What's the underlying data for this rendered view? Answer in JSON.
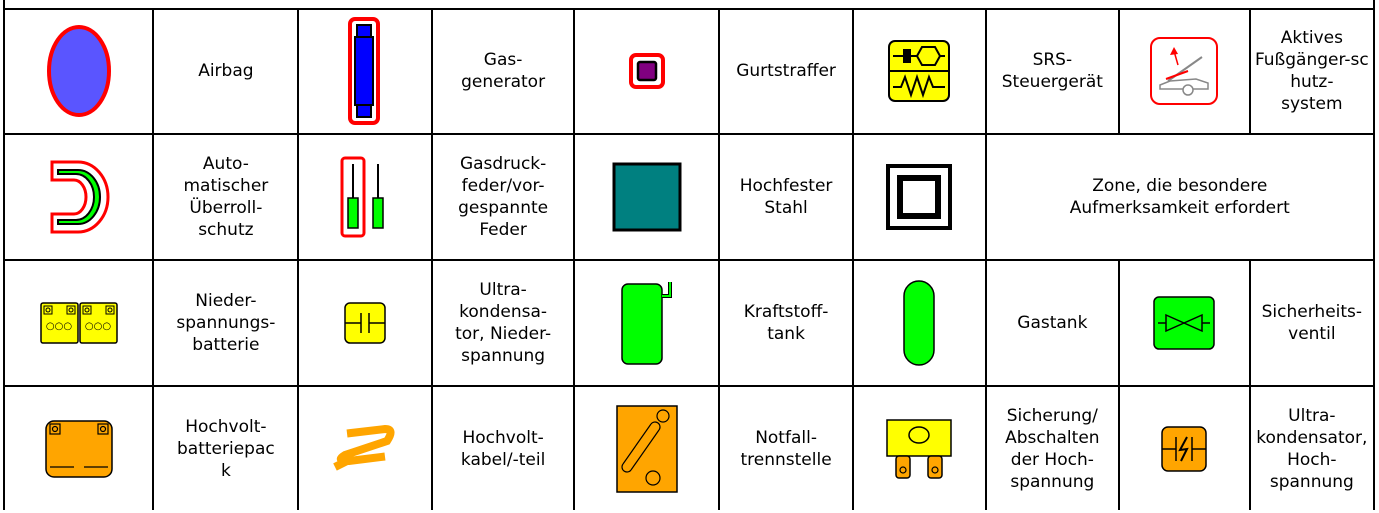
{
  "legend": {
    "rows": [
      [
        {
          "icon": "airbag-icon",
          "label": "Airbag"
        },
        {
          "icon": "gas-generator-icon",
          "label": "Gas-\ngenerator"
        },
        {
          "icon": "belt-tensioner-icon",
          "label": "Gurtstraffer"
        },
        {
          "icon": "srs-control-unit-icon",
          "label": "SRS-\nSteuergerät"
        },
        {
          "icon": "pedestrian-protection-icon",
          "label": "Aktives\nFußgänger-sc\nhutz-\nsystem"
        }
      ],
      [
        {
          "icon": "rollover-protection-icon",
          "label": "Auto-\nmatischer\nÜberroll-\nschutz"
        },
        {
          "icon": "gas-spring-icon",
          "label": "Gasdruck-\nfeder/vor-\ngespannte\nFeder"
        },
        {
          "icon": "high-strength-steel-icon",
          "label": "Hochfester\nStahl"
        },
        {
          "icon": "attention-zone-icon",
          "label": "Zone, die besondere\nAufmerksamkeit erfordert"
        }
      ],
      [
        {
          "icon": "low-voltage-battery-icon",
          "label": "Nieder-\nspannungs-\nbatterie"
        },
        {
          "icon": "ultracapacitor-low-voltage-icon",
          "label": "Ultra-\nkondensa-\ntor, Nieder-\nspannung"
        },
        {
          "icon": "fuel-tank-icon",
          "label": "Kraftstoff-\ntank"
        },
        {
          "icon": "gas-tank-icon",
          "label": "Gastank"
        },
        {
          "icon": "safety-valve-icon",
          "label": "Sicherheits-\nventil"
        }
      ],
      [
        {
          "icon": "high-voltage-battery-pack-icon",
          "label": "Hochvolt-\nbatteriepac\nk"
        },
        {
          "icon": "high-voltage-cable-icon",
          "label": "Hochvolt-\nkabel/-teil"
        },
        {
          "icon": "emergency-disconnect-icon",
          "label": "Notfall-\ntrennstelle"
        },
        {
          "icon": "high-voltage-fuse-icon",
          "label": "Sicherung/\nAbschalten\nder Hoch-\nspannung"
        },
        {
          "icon": "ultracapacitor-high-voltage-icon",
          "label": "Ultra-\nkondensator,\nHoch-\nspannung"
        }
      ]
    ]
  },
  "colors": {
    "airbag_fill": "#5a55ff",
    "airbag_stroke": "#ff0000",
    "warning_red": "#ff0000",
    "srs_yellow": "#ffff00",
    "low_voltage_yellow": "#ffff00",
    "green": "#00ff00",
    "steel_teal": "#008080",
    "high_voltage_orange": "#ffa500",
    "belt_purple": "#800080",
    "generator_blue": "#0000ff"
  }
}
